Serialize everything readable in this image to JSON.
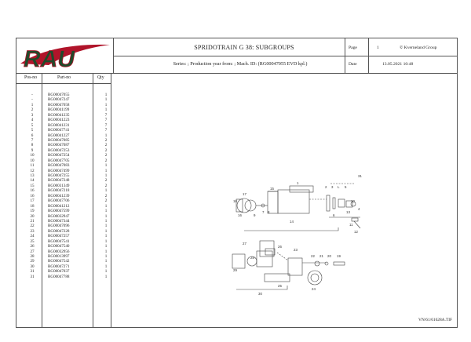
{
  "header": {
    "logo_text": "RAU",
    "title": "SPRIDOTRAIN G 38: SUBGROUPS",
    "series_line": "Series: ; Production year from: ; Mach. ID: (RG00047055 EVD kpl.)",
    "page_label": "Page",
    "page_value": "1",
    "copyright": "© Kverneland Group",
    "date_label": "Date",
    "date_value": "13.05.2021  10:48"
  },
  "list": {
    "headers": [
      "Pos-no",
      "Part-no",
      "Qty"
    ],
    "rows": [
      [
        "-",
        "RG00047055",
        "1"
      ],
      [
        "-",
        "RG00047247",
        "1"
      ],
      [
        "1",
        "RG00047058",
        "1"
      ],
      [
        "2",
        "RG00041199",
        "1"
      ],
      [
        "3",
        "RG00041235",
        "7"
      ],
      [
        "4",
        "RG00041223",
        "7"
      ],
      [
        "5",
        "RG00041231",
        "7"
      ],
      [
        "5",
        "RG00047741",
        "7"
      ],
      [
        "6",
        "RG00041227",
        "1"
      ],
      [
        "7",
        "RG00047085",
        "2"
      ],
      [
        "8",
        "RG00047087",
        "2"
      ],
      [
        "9",
        "RG00047253",
        "2"
      ],
      [
        "10",
        "RG00047254",
        "2"
      ],
      [
        "10",
        "RG00047705",
        "2"
      ],
      [
        "11",
        "RG00047083",
        "1"
      ],
      [
        "12",
        "RG00047499",
        "1"
      ],
      [
        "13",
        "RG00047255",
        "1"
      ],
      [
        "14",
        "RG00047248",
        "2"
      ],
      [
        "15",
        "RG00031349",
        "2"
      ],
      [
        "16",
        "RG00047218",
        "1"
      ],
      [
        "16",
        "RG00041239",
        "2"
      ],
      [
        "17",
        "RG00047706",
        "2"
      ],
      [
        "18",
        "RG00041212",
        "1"
      ],
      [
        "19",
        "RG00047599",
        "1"
      ],
      [
        "20",
        "RG00032947",
        "1"
      ],
      [
        "21",
        "RG00047344",
        "1"
      ],
      [
        "22",
        "RG00047096",
        "1"
      ],
      [
        "23",
        "RG00047228",
        "1"
      ],
      [
        "24",
        "RG00047257",
        "1"
      ],
      [
        "25",
        "RG00047541",
        "1"
      ],
      [
        "26",
        "RG00047540",
        "1"
      ],
      [
        "27",
        "RG00032956",
        "1"
      ],
      [
        "28",
        "RG00013997",
        "1"
      ],
      [
        "29",
        "RG00047542",
        "1"
      ],
      [
        "30",
        "RG00047271",
        "1"
      ],
      [
        "31",
        "RG00047037",
        "1"
      ],
      [
        "31",
        "RG00047788",
        "1"
      ]
    ]
  },
  "diagram_labels": [
    "31",
    "1",
    "2",
    "3",
    "L",
    "5",
    "15",
    "17",
    "18",
    "16",
    "9",
    "7",
    "8",
    "14",
    "6",
    "13",
    "11",
    "12",
    "10",
    "4",
    "27",
    "26",
    "28",
    "29",
    "23",
    "22",
    "21",
    "20",
    "19",
    "25",
    "24",
    "30"
  ],
  "footer": "VN/61/61628A.TIF",
  "colors": {
    "logo_red": "#b0142a",
    "logo_green": "#1f4a2a",
    "line": "#555555"
  }
}
